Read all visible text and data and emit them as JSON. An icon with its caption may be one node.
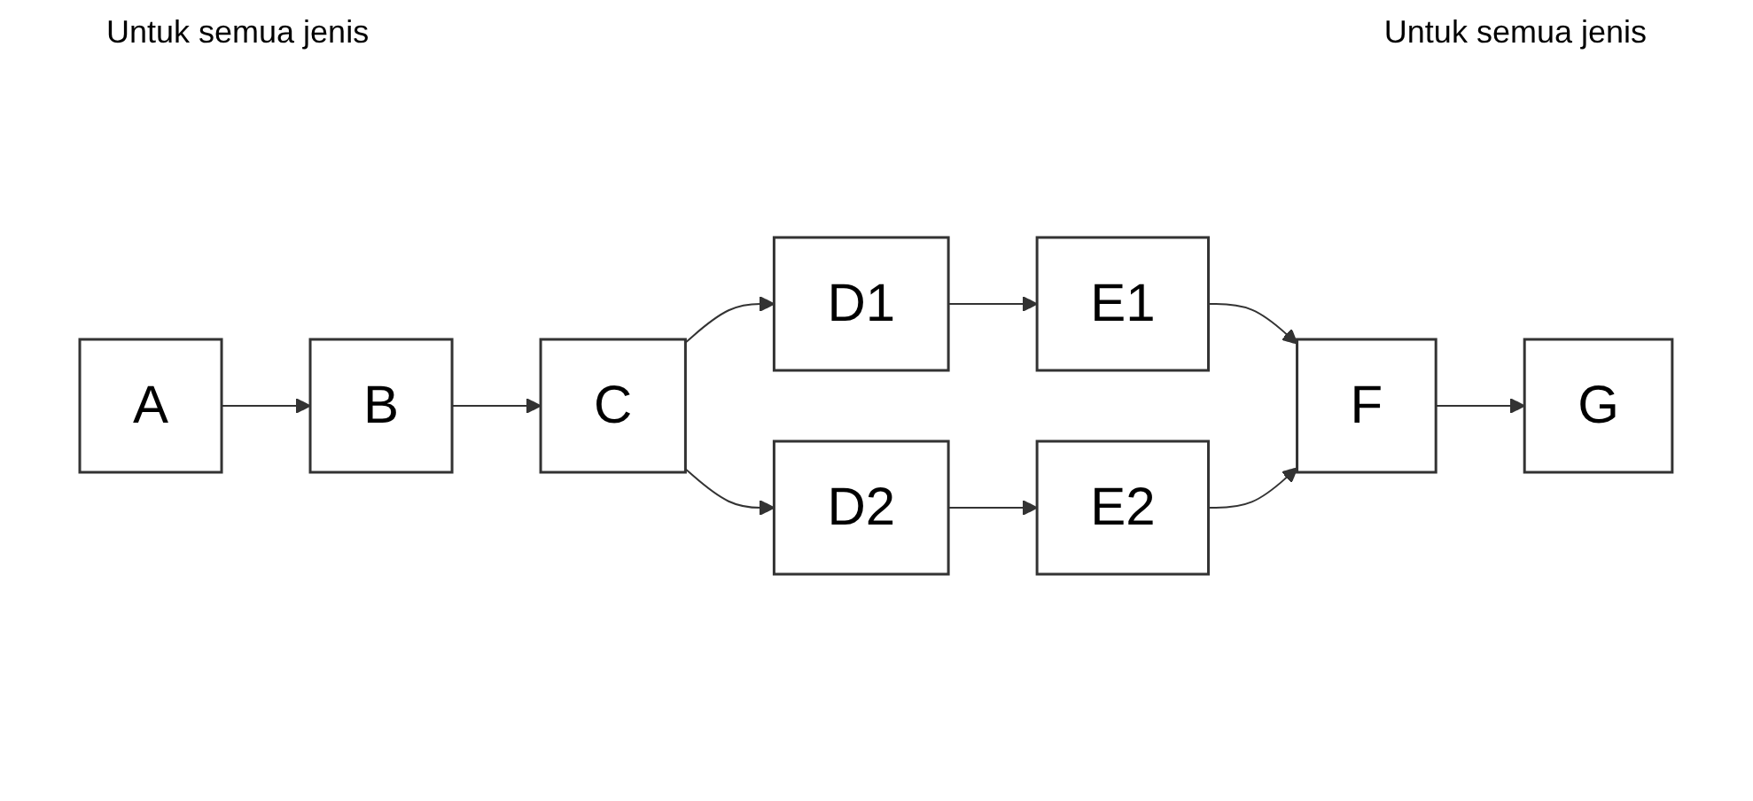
{
  "diagram": {
    "nodes": [
      {
        "text": [
          "A"
        ]
      },
      {
        "text": [
          "B"
        ]
      },
      {
        "text": [
          "C"
        ]
      },
      {
        "text": [
          "D1"
        ]
      },
      {
        "text": [
          "E1"
        ]
      },
      {
        "text": [
          "D2"
        ]
      },
      {
        "text": [
          "E2"
        ]
      },
      {
        "text": [
          "F"
        ]
      },
      {
        "text": [
          "G"
        ]
      }
    ],
    "edges": [
      {
        "from": 0,
        "to": 1,
        "arrow": "to"
      },
      {
        "from": 1,
        "to": 2,
        "arrow": "to"
      },
      {
        "from": 2,
        "to": 3,
        "arrow": "to"
      },
      {
        "from": 2,
        "to": 5,
        "arrow": "to"
      },
      {
        "from": 3,
        "to": 4,
        "arrow": "to"
      },
      {
        "from": 5,
        "to": 6,
        "arrow": "to"
      },
      {
        "from": 4,
        "to": 7,
        "arrow": "to"
      },
      {
        "from": 6,
        "to": 7,
        "arrow": "to"
      },
      {
        "from": 7,
        "to": 8,
        "arrow": "to"
      }
    ],
    "labels": [
      "Untuk semua jenis",
      "Untuk semua jenis"
    ]
  }
}
